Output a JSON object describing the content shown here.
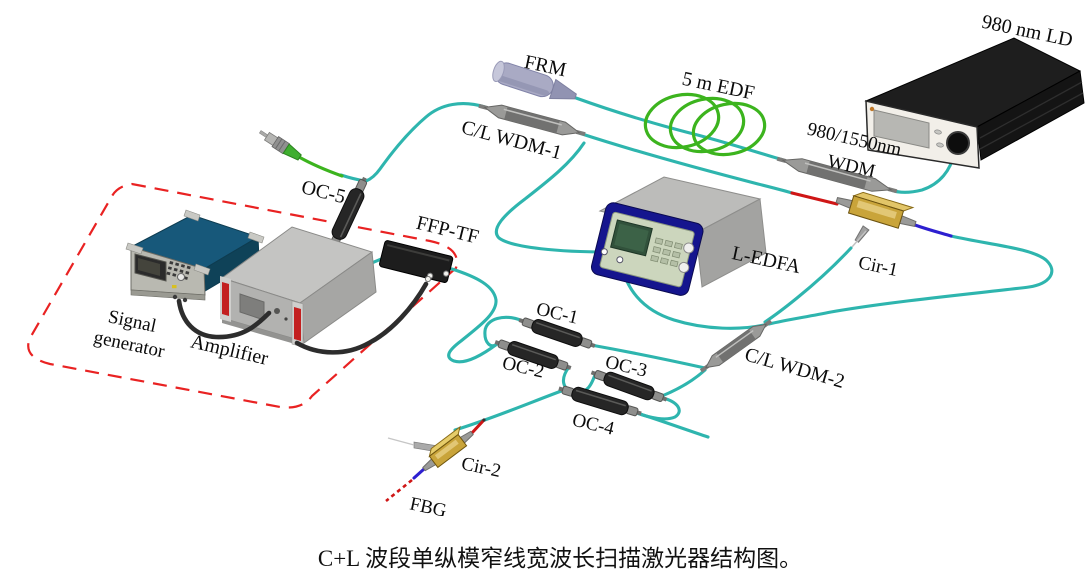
{
  "figure": {
    "caption": "C+L 波段单纵模窄线宽波长扫描激光器结构图。",
    "components": {
      "ld": "980 nm LD",
      "frm": "FRM",
      "edf": "5 m EDF",
      "pump_wdm_line1": "980/1550nm",
      "pump_wdm_line2": "WDM",
      "cl_wdm_1": "C/L WDM-1",
      "oc_5": "OC-5",
      "ffp_tf": "FFP-TF",
      "l_edfa": "L-EDFA",
      "cir_1": "Cir-1",
      "signal_generator_line1": "Signal",
      "signal_generator_line2": "generator",
      "amplifier": "Amplifier",
      "oc_1": "OC-1",
      "oc_2": "OC-2",
      "oc_3": "OC-3",
      "oc_4": "OC-4",
      "cl_wdm_2": "C/L WDM-2",
      "cir_2": "Cir-2",
      "fbg": "FBG"
    },
    "colors": {
      "fiber_teal": "#2eb5ae",
      "fiber_green": "#3cb41e",
      "fiber_red": "#cf1616",
      "fiber_blue": "#2d1fd0",
      "cable_black": "#2d2d2d",
      "dashed_boundary": "#e92222",
      "circulator_gold": "#c9a43a",
      "background": "#ffffff"
    }
  }
}
